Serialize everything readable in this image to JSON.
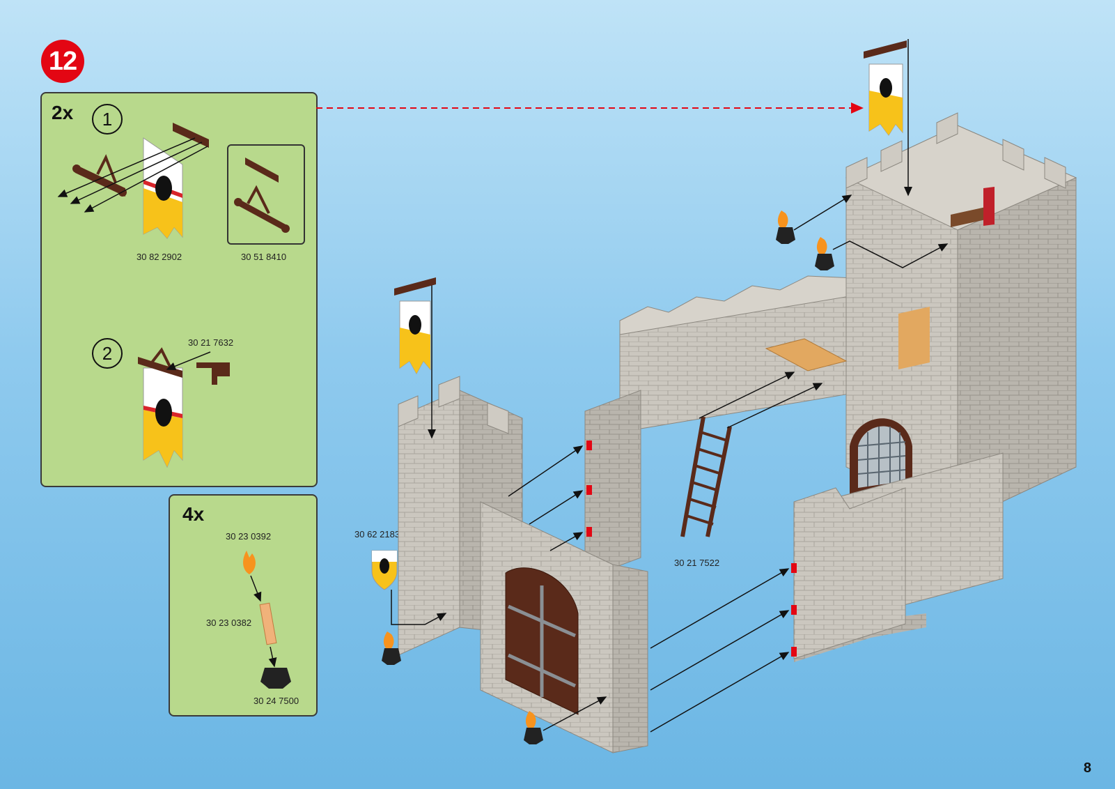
{
  "step": {
    "number": "12"
  },
  "panel_main": {
    "multiplier": "2x",
    "substep_1": "1",
    "substep_2": "2",
    "parts": {
      "banner": "30 82 2902",
      "bracket_set": "30 51 8410",
      "bracket_pin": "30 21 7632"
    }
  },
  "panel_small": {
    "multiplier": "4x",
    "parts": {
      "flame": "30 23 0392",
      "torch_handle": "30 23 0382",
      "torch_holder": "30 24 7500"
    }
  },
  "castle_parts": {
    "shield": "30 62 2183",
    "ladder": "30 21 7522"
  },
  "page": {
    "number": "8"
  },
  "colors": {
    "step_red": "#e30613",
    "panel_green": "#b8d98c",
    "stone": "#c9c5bd",
    "wood_dark": "#5a2a1a",
    "banner_yellow": "#f7c21a",
    "guide_red": "#e30613"
  }
}
